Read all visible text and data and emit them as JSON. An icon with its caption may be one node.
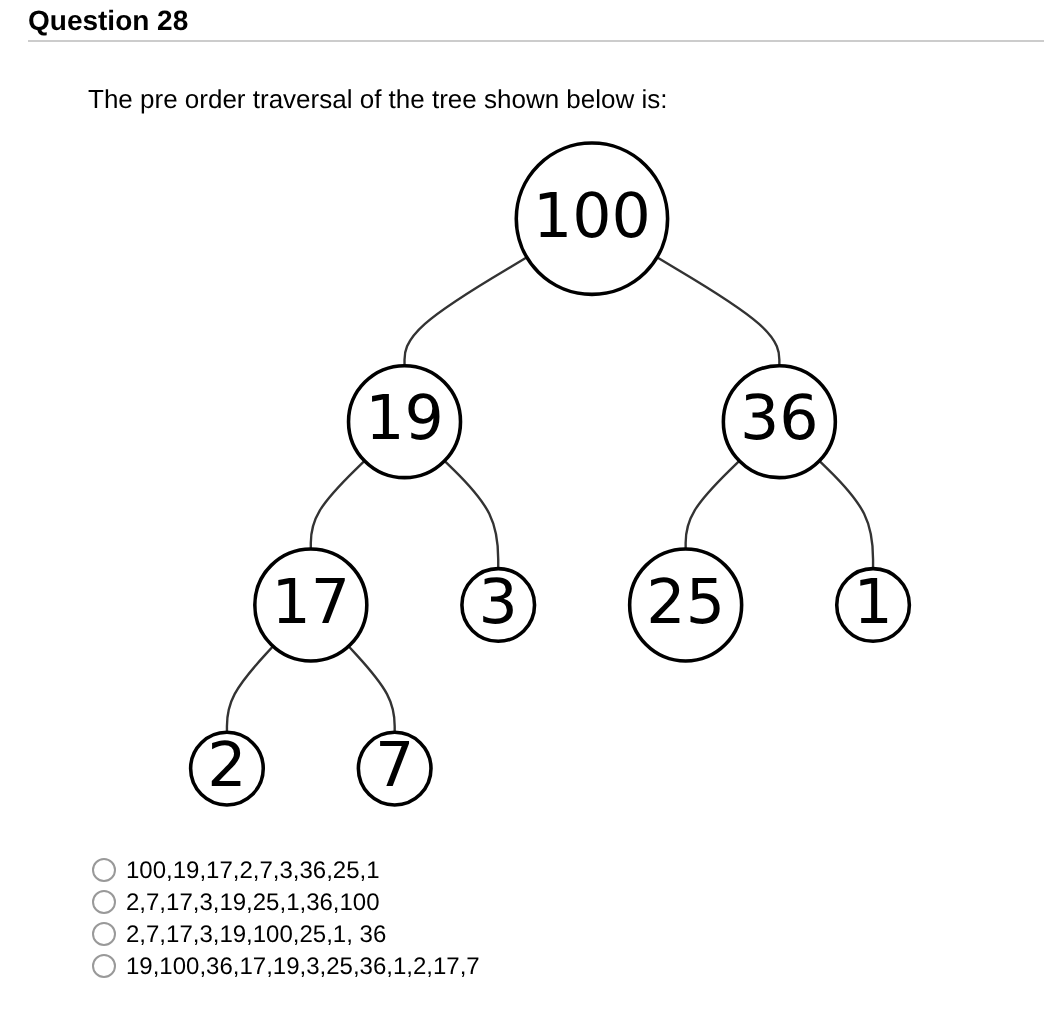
{
  "diagram": {
    "title": "Question 28",
    "nodes": [
      {
        "text": [
          "100"
        ]
      },
      {
        "text": [
          "19"
        ]
      },
      {
        "text": [
          "36"
        ]
      },
      {
        "text": [
          "17"
        ]
      },
      {
        "text": [
          "3"
        ]
      },
      {
        "text": [
          "25"
        ]
      },
      {
        "text": [
          "1"
        ]
      },
      {
        "text": [
          "2"
        ]
      },
      {
        "text": [
          "7"
        ]
      }
    ],
    "edges": [
      {
        "from": 0,
        "to": 1,
        "arrow": "none"
      },
      {
        "from": 0,
        "to": 2,
        "arrow": "none"
      },
      {
        "from": 1,
        "to": 3,
        "arrow": "none"
      },
      {
        "from": 1,
        "to": 4,
        "arrow": "none"
      },
      {
        "from": 2,
        "to": 5,
        "arrow": "none"
      },
      {
        "from": 2,
        "to": 6,
        "arrow": "none"
      },
      {
        "from": 3,
        "to": 7,
        "arrow": "none"
      },
      {
        "from": 3,
        "to": 8,
        "arrow": "none"
      }
    ],
    "labels": [
      "The pre order traversal of the tree shown below is:",
      "100,19,17,2,7,3,36,25,1",
      "2,7,17,3,19,25,1,36,100",
      "2,7,17,3,19,100,25,1, 36",
      "19,100,36,17,19,3,25,36,1,2,17,7"
    ]
  }
}
